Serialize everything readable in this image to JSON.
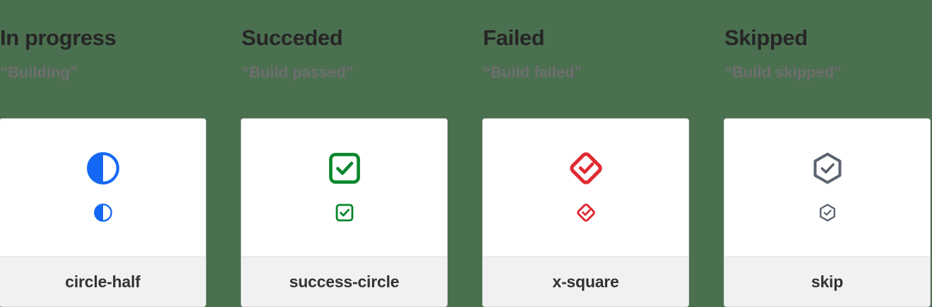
{
  "page": {
    "background_color": "#4b7050",
    "card_background": "#ffffff",
    "footer_background": "#f1f1f1"
  },
  "columns": [
    {
      "title": "In progress",
      "subtitle": "“Building”",
      "icon_name": "circle-half-icon",
      "icon_label": "circle-half",
      "icon_color": "#1568f5"
    },
    {
      "title": "Succeded",
      "subtitle": "“Build passed”",
      "icon_name": "success-circle-icon",
      "icon_label": "success-circle",
      "icon_color": "#08862b"
    },
    {
      "title": "Failed",
      "subtitle": "“Build failed”",
      "icon_name": "x-square-icon",
      "icon_label": "x-square",
      "icon_color": "#e12b33"
    },
    {
      "title": "Skipped",
      "subtitle": "“Build skipped”",
      "icon_name": "skip-icon",
      "icon_label": "skip",
      "icon_color": "#5c6370"
    }
  ]
}
